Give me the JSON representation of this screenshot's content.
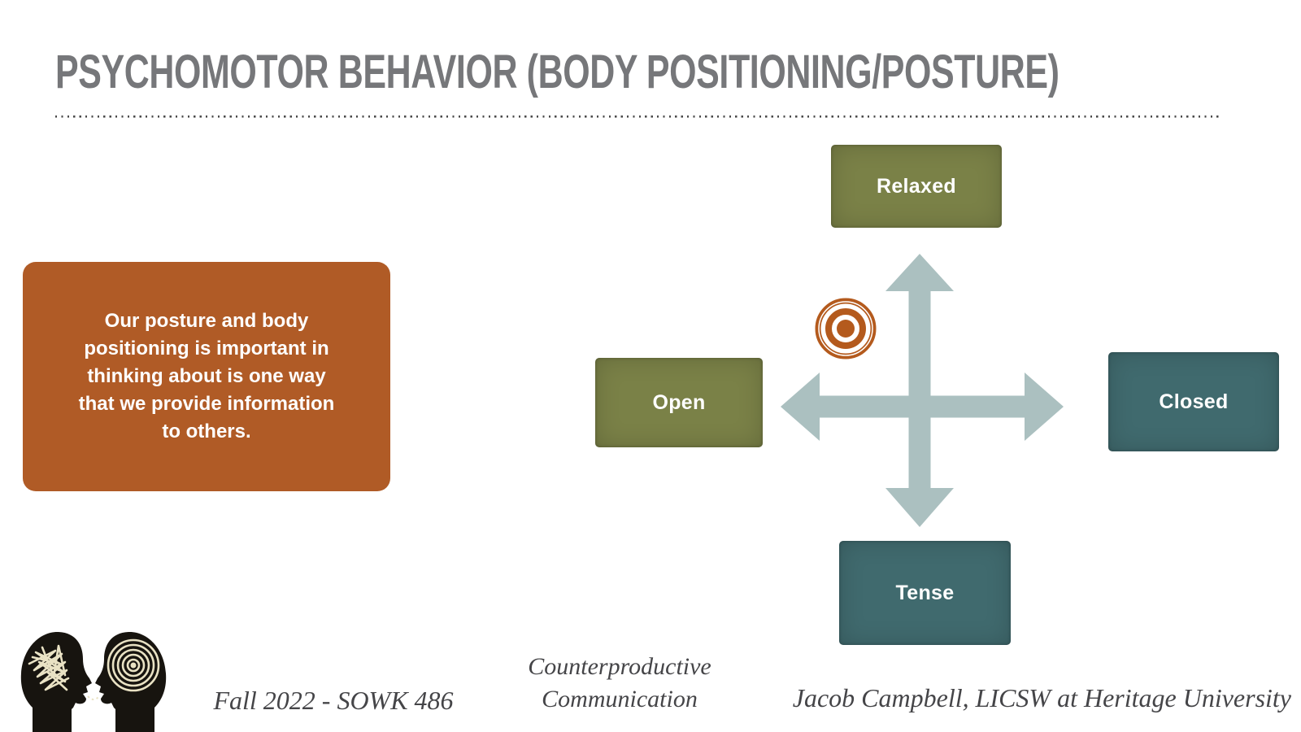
{
  "title": "PSYCHOMOTOR BEHAVIOR (BODY POSITIONING/POSTURE)",
  "info_box": {
    "text": "Our posture and body\npositioning is important in\nthinking about is one way\nthat we provide information\nto others."
  },
  "diagram": {
    "boxes": [
      {
        "id": "relaxed",
        "label": "Relaxed",
        "color": "#7a8147"
      },
      {
        "id": "open",
        "label": "Open",
        "color": "#7a8147"
      },
      {
        "id": "closed",
        "label": "Closed",
        "color": "#406a6e"
      },
      {
        "id": "tense",
        "label": "Tense",
        "color": "#406a6e"
      }
    ],
    "icons": [
      {
        "name": "cross-arrows-icon",
        "color": "#abc0c0"
      },
      {
        "name": "target-bullseye-icon",
        "color": "#b45a1d"
      }
    ]
  },
  "footer": {
    "course": "Fall 2022 - SOWK 486",
    "lecture_line1": "Counterproductive",
    "lecture_line2": "Communication",
    "author": "Jacob Campbell, LICSW at Heritage University"
  },
  "colors": {
    "title_gray": "#76777a",
    "accent_orange": "#b05b26",
    "olive_green": "#7a8147",
    "teal": "#406a6e",
    "arrow_gray_blue": "#abc0c0",
    "bullseye_orange": "#b45a1d",
    "footer_text": "#454548",
    "icon_cream": "#e9e2c4"
  }
}
